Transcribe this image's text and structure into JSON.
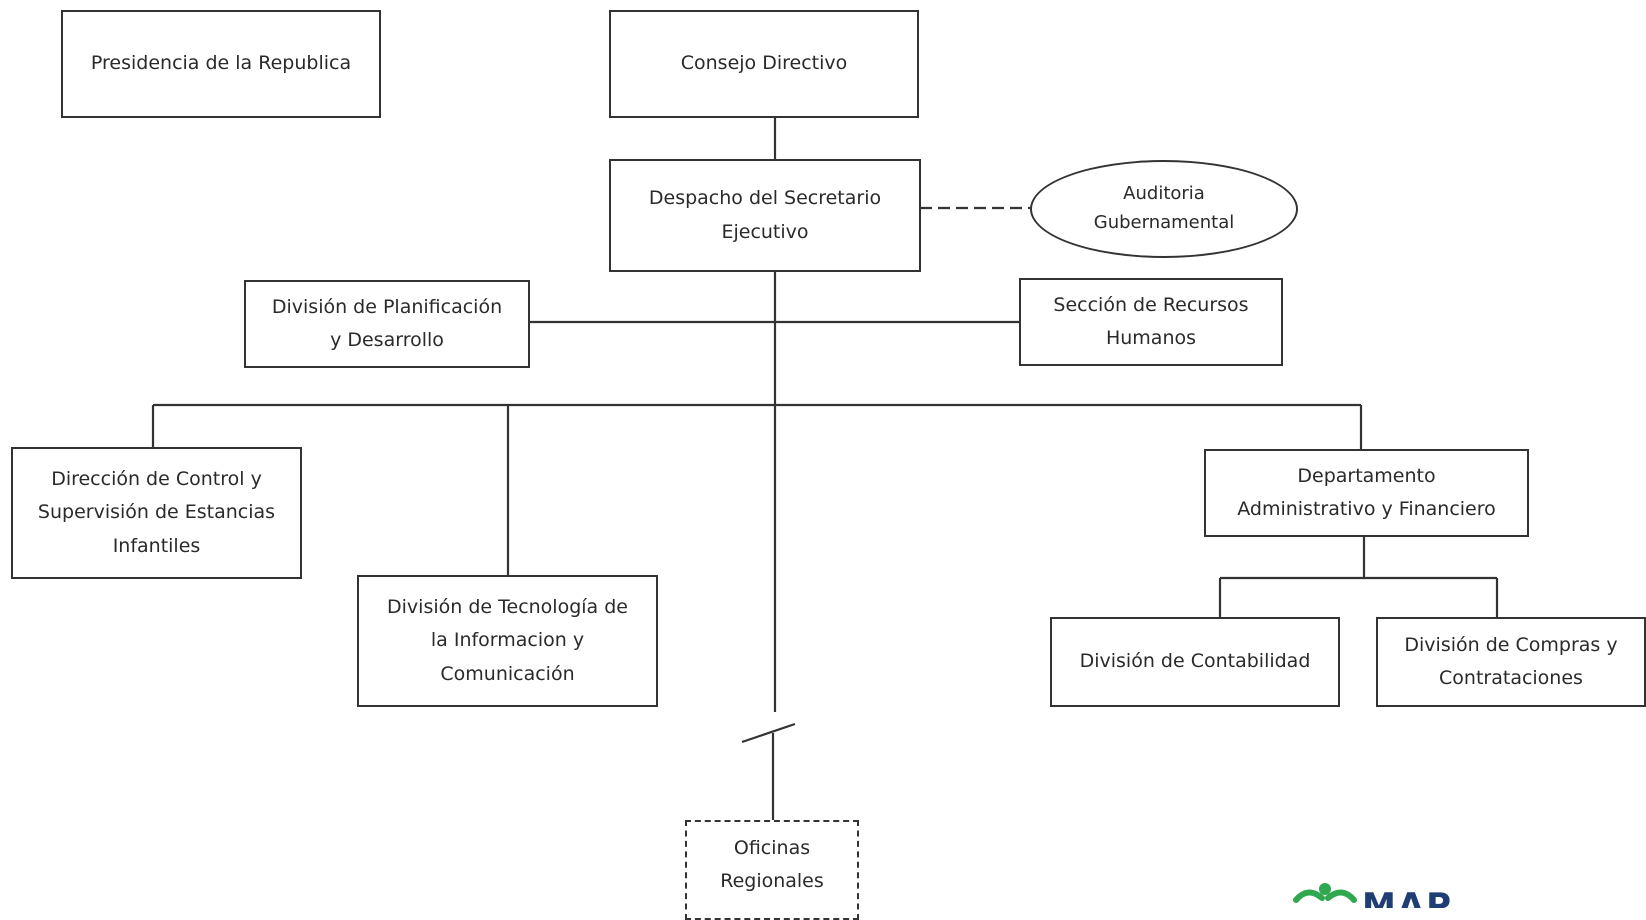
{
  "org_chart": {
    "presidencia": "Presidencia de la Republica",
    "consejo": "Consejo Directivo",
    "despacho": [
      "Despacho del Secretario",
      "Ejecutivo"
    ],
    "auditoria": [
      "Auditoria",
      "Gubernamental"
    ],
    "planificacion": [
      "División de Planificación",
      "y Desarrollo"
    ],
    "recursos_humanos": [
      "Sección de Recursos",
      "Humanos"
    ],
    "direccion_control": [
      "Dirección de Control y",
      "Supervisión de Estancias",
      "Infantiles"
    ],
    "tecnologia": [
      "División de Tecnología de",
      "la Informacion y",
      "Comunicación"
    ],
    "departamento_admin": [
      "Departamento",
      "Administrativo y Financiero"
    ],
    "contabilidad": "División de Contabilidad",
    "compras": [
      "División de Compras y",
      "Contrataciones"
    ],
    "oficinas": [
      "Oficinas",
      "Regionales"
    ]
  },
  "logo": {
    "text": "MAP",
    "color": "#1f3e74",
    "accent": "#2fa84f"
  }
}
